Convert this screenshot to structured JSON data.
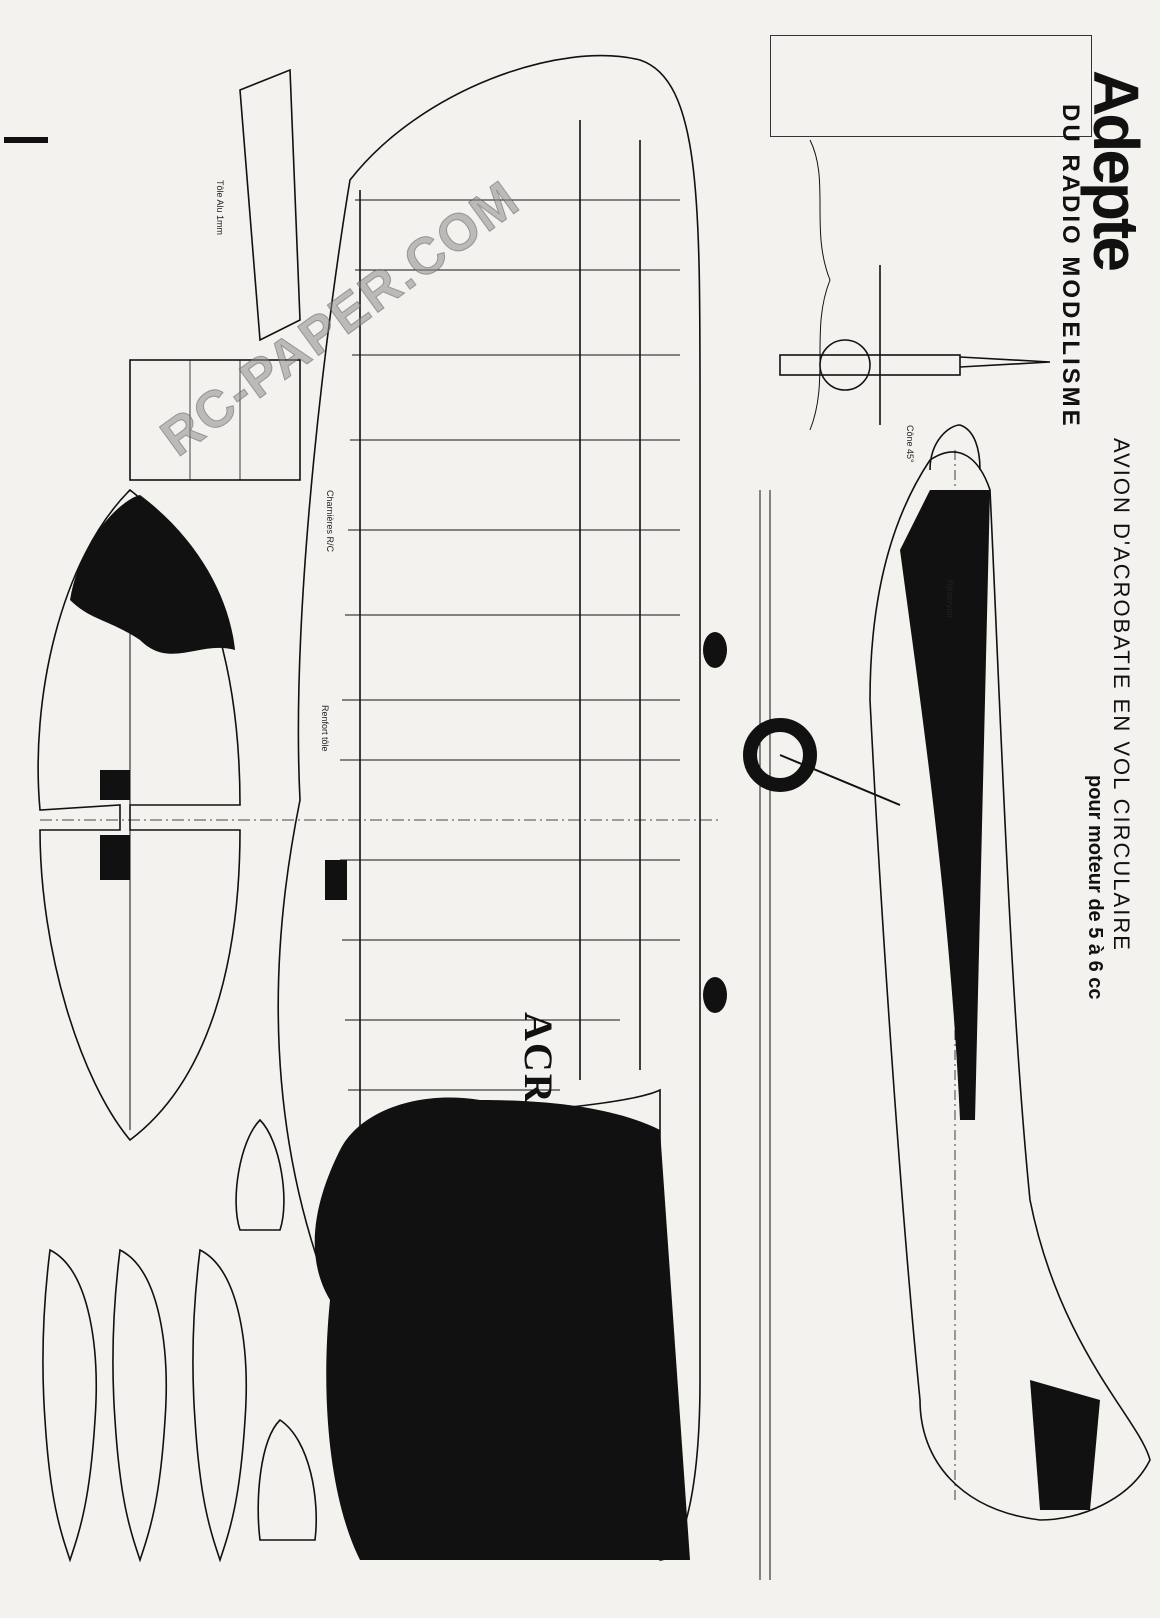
{
  "magazine": {
    "brand_main": "Adepte",
    "brand_sub": "DU RADIO MODELISME"
  },
  "article": {
    "headline": "AVION D'ACROBATIE EN VOL CIRCULAIRE",
    "subhead": "pour moteur de 5 à 6 cc"
  },
  "watermark": "RC-PAPER.COM",
  "plan_labels": {
    "acr": "ACR",
    "charnieres_rc": "Charnières R/C",
    "renfort_tole": "Renfort tôle",
    "reservoir": "Réservoir",
    "tole_alu": "Tôle Alu 1mm",
    "cone": "Cône 45°"
  },
  "colors": {
    "ink": "#111111",
    "paper": "#f3f2ee",
    "watermark": "#8c8c8c"
  }
}
